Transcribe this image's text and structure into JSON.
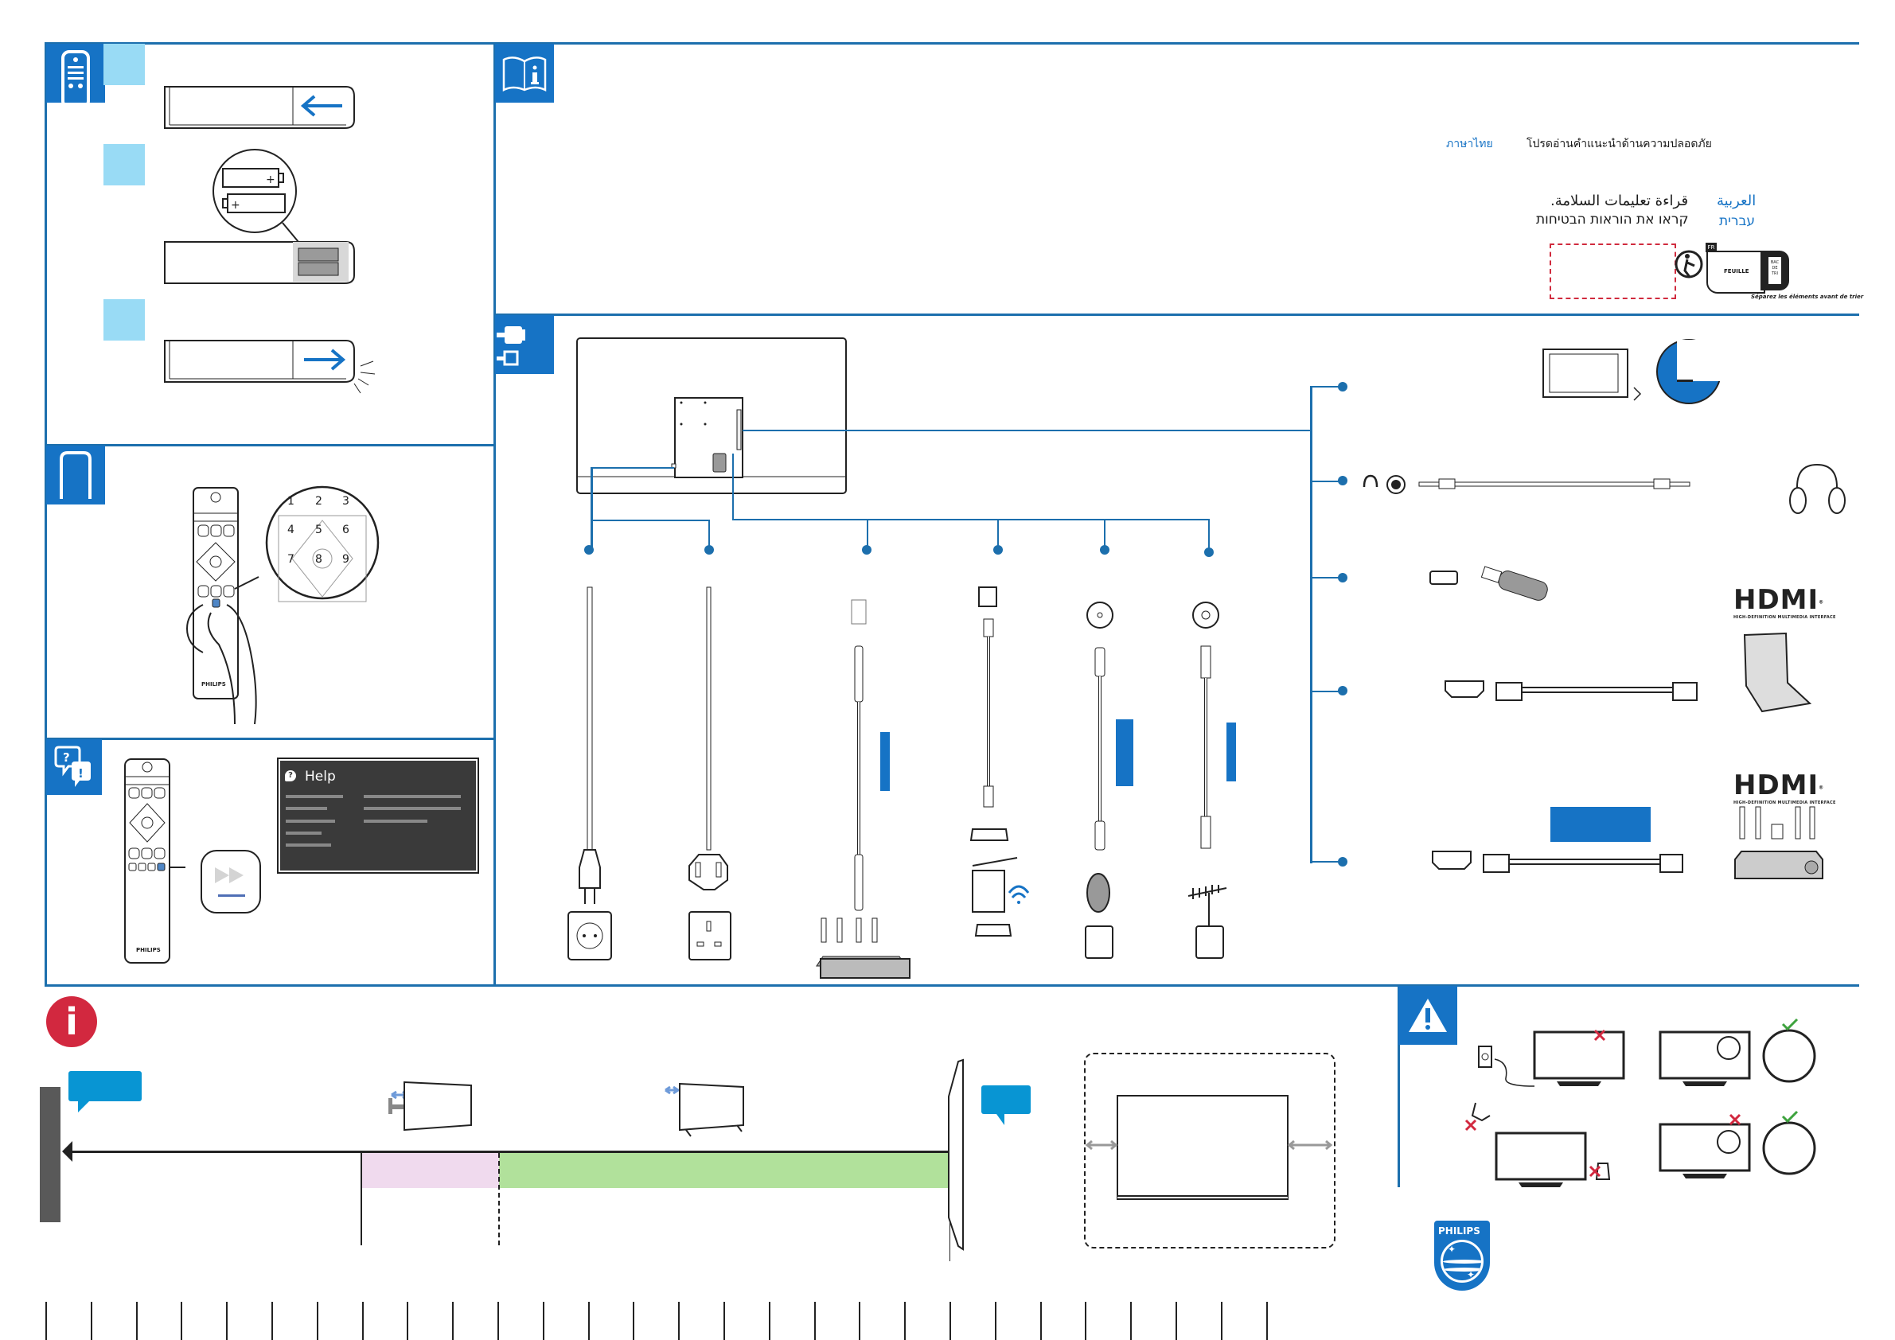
{
  "document": {
    "brand": "PHILIPS",
    "sections": {
      "remote_batteries": {
        "icon": "remote-icon",
        "steps": 3
      },
      "remote_keypad": {
        "icon": "remote-outline-icon",
        "keypad_digits": [
          "1",
          "2",
          "3",
          "4",
          "5",
          "6",
          "7",
          "8",
          "9"
        ],
        "remote_brand": "PHILIPS"
      },
      "help": {
        "icon": "help-chat-icon",
        "screen_title": "Help",
        "remote_brand": "PHILIPS",
        "button_icon": "fast-forward-icon"
      },
      "safety_info": {
        "icon": "manual-info-icon",
        "languages": [
          {
            "language": "ภาษาไทย",
            "text": "โปรดอ่านคำแนะนำด้านความปลอดภัย"
          },
          {
            "language": "العربية",
            "text": "قراءة تعليمات السلامة."
          },
          {
            "language": "עברית",
            "text": "קראו את הוראות הבטיחות"
          }
        ],
        "triman": {
          "country": "FR",
          "item": "FEUILLE",
          "bin": "BAC DE TRI",
          "note": "Séparez les éléments avant de trier"
        }
      },
      "connections": {
        "icon": "cable-connector-icon",
        "bottom_ports": [
          "power-eu",
          "power-uk",
          "optical-audio",
          "ethernet",
          "satellite",
          "antenna"
        ],
        "side_ports": [
          "ci-slot",
          "headphones",
          "usb",
          "hdmi",
          "hdmi-arc"
        ],
        "hdmi_logo": {
          "mark": "HDMI",
          "tagline": "HIGH-DEFINITION MULTIMEDIA INTERFACE",
          "registered": "®"
        }
      },
      "placement": {
        "icon": "info-icon",
        "tick_count": 28
      },
      "caution": {
        "icon": "warning-icon"
      }
    }
  }
}
